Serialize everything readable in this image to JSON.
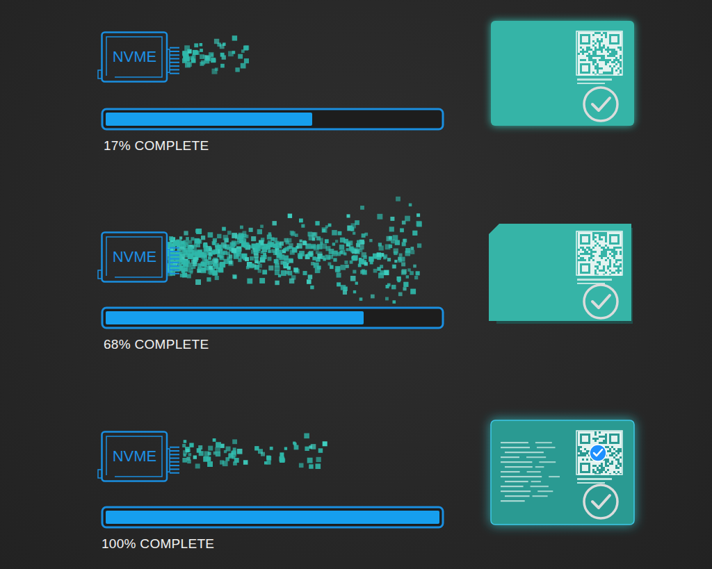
{
  "diagram": {
    "nodes": [
      {
        "text": [
          "NVME"
        ]
      },
      {
        "text": [
          "NVME"
        ]
      },
      {
        "text": [
          "NVME"
        ]
      }
    ],
    "labels": [
      "17% COMPLETE",
      "68% COMPLETE",
      "100% COMPLETE"
    ]
  }
}
